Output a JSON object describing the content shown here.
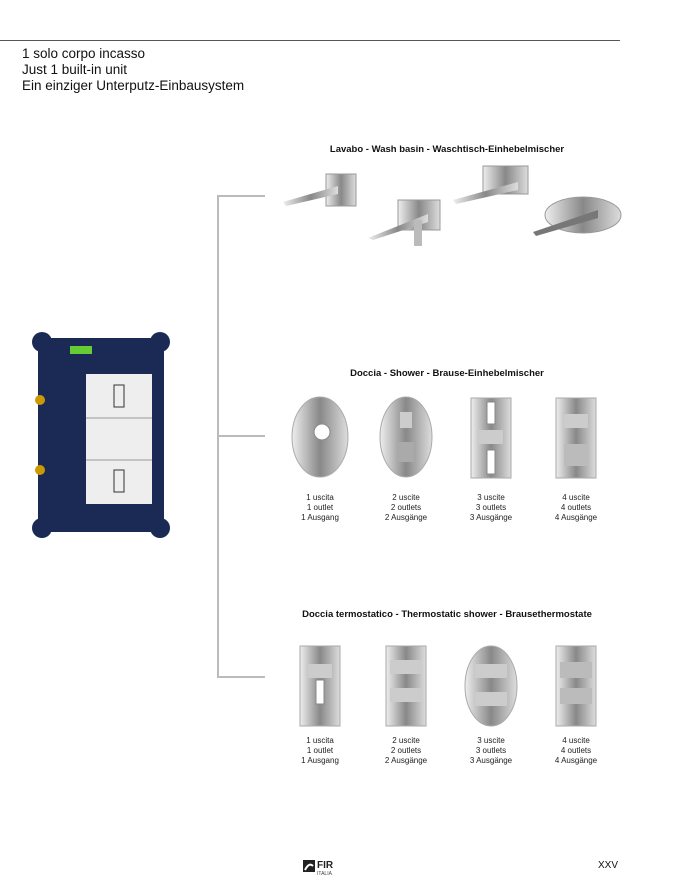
{
  "title_lines": [
    "1 solo corpo incasso",
    "Just 1 built-in unit",
    "Ein einziger Unterputz-Einbausystem"
  ],
  "sections": [
    {
      "heading": "Lavabo - Wash basin - Waschtisch-Einhebelmischer"
    },
    {
      "heading": "Doccia - Shower - Brause-Einhebelmischer",
      "items": [
        [
          "1 uscita",
          "1 outlet",
          "1 Ausgang"
        ],
        [
          "2 uscite",
          "2 outlets",
          "2 Ausgänge"
        ],
        [
          "3 uscite",
          "3 outlets",
          "3 Ausgänge"
        ],
        [
          "4 uscite",
          "4 outlets",
          "4 Ausgänge"
        ]
      ]
    },
    {
      "heading": "Doccia termostatico - Thermostatic shower - Brausethermostate",
      "items": [
        [
          "1 uscita",
          "1 outlet",
          "1 Ausgang"
        ],
        [
          "2 uscite",
          "2 outlets",
          "2 Ausgänge"
        ],
        [
          "3 uscite",
          "3 outlets",
          "3 Ausgänge"
        ],
        [
          "4 uscite",
          "4 outlets",
          "4 Ausgänge"
        ]
      ]
    }
  ],
  "footer": {
    "logo": "FIR ITALIA",
    "page_number": "XXV"
  }
}
